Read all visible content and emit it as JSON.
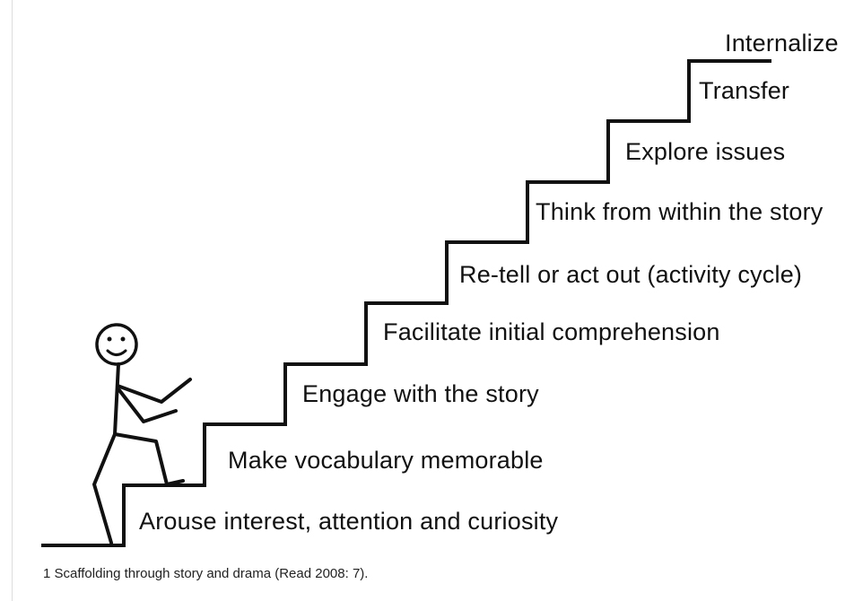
{
  "diagram": {
    "steps": [
      "Arouse interest, attention and curiosity",
      "Make vocabulary memorable",
      "Engage with the story",
      "Facilitate initial comprehension",
      "Re-tell or act out (activity cycle)",
      "Think from within the story",
      "Explore issues",
      "Transfer",
      "Internalize"
    ],
    "figure": "stick-figure-climbing"
  },
  "caption": "1 Scaffolding through story and drama (Read 2008: 7).",
  "colors": {
    "stroke": "#111111",
    "text": "#111111",
    "background": "#ffffff"
  }
}
